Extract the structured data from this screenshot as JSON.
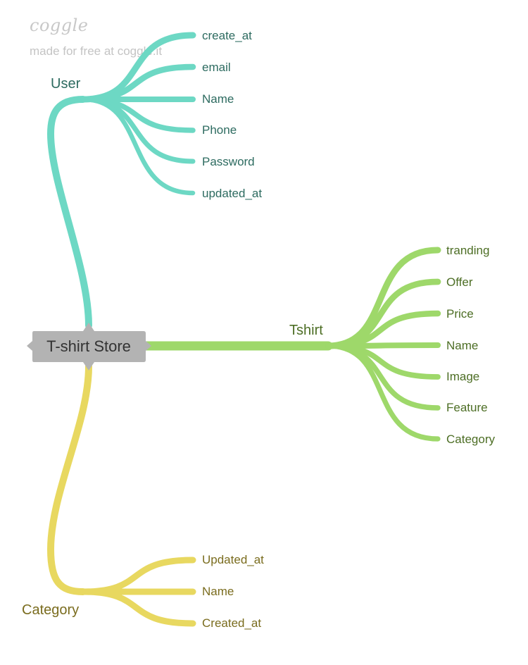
{
  "watermark": {
    "logo": "coggle",
    "text": "made for free at coggle.it"
  },
  "root": {
    "label": "T-shirt Store",
    "color": "#b3b3b3"
  },
  "branches": {
    "user": {
      "label": "User",
      "color": "#6dd8c4",
      "text_color": "#2d6b60",
      "items": [
        "create_at",
        "email",
        "Name",
        "Phone",
        "Password",
        "updated_at"
      ]
    },
    "tshirt": {
      "label": "Tshirt",
      "color": "#9ed86a",
      "text_color": "#4d6e25",
      "items": [
        "tranding",
        "Offer",
        "Price",
        "Name",
        "Image",
        "Feature",
        "Category"
      ]
    },
    "category": {
      "label": "Category",
      "color": "#e8d860",
      "text_color": "#7a6c1e",
      "items": [
        "Updated_at",
        "Name",
        "Created_at"
      ]
    }
  }
}
